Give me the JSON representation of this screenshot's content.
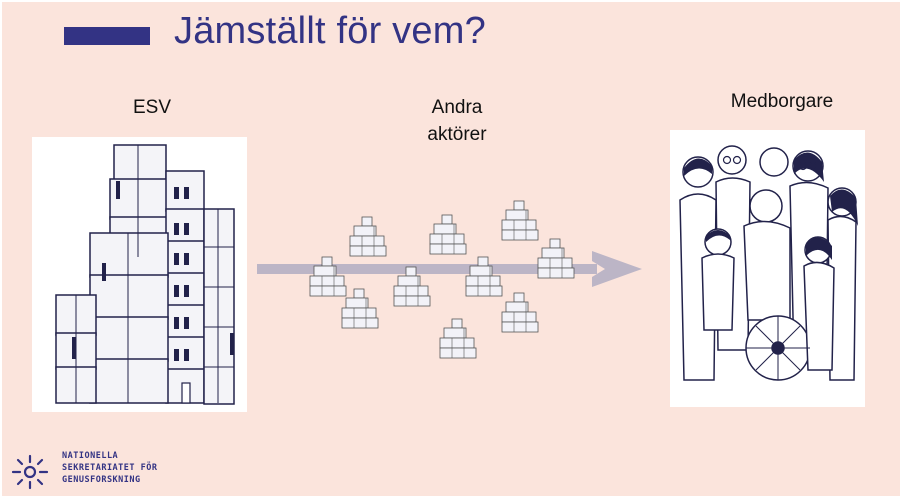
{
  "slide": {
    "title": "Jämställt för vem?",
    "labels": {
      "esv": "ESV",
      "andra_line1": "Andra",
      "andra_line2": "aktörer",
      "medborgare": "Medborgare"
    },
    "logo": {
      "line1": "NATIONELLA",
      "line2": "SEKRETARIATET FÖR",
      "line3": "GENUSFORSKNING"
    }
  },
  "colors": {
    "background": "#fbe4dc",
    "accent": "#333384",
    "arrow": "#bcb5c6"
  }
}
